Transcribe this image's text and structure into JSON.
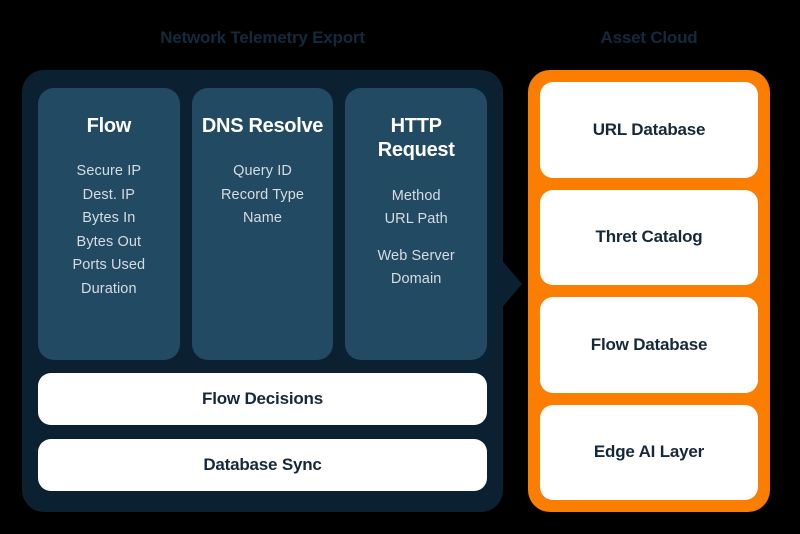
{
  "diagram": {
    "background_color": "#000000",
    "left_section": {
      "header": "Network Telemetry Export",
      "panel_color": "#0b2132",
      "card_color": "#234a63",
      "columns": [
        {
          "title": "Flow",
          "fields": [
            "Secure IP",
            "Dest. IP",
            "Bytes In",
            "Bytes Out",
            "Ports Used",
            "Duration"
          ]
        },
        {
          "title": "DNS Resolve",
          "fields": [
            "Query ID",
            "Record Type",
            "Name"
          ]
        },
        {
          "title": "HTTP Request",
          "fields": [
            "Method",
            "URL Path",
            "Web Server",
            "Domain"
          ]
        }
      ],
      "bars": [
        {
          "label": "Flow Decisions"
        },
        {
          "label": "Database Sync"
        }
      ]
    },
    "right_section": {
      "header": "Asset Cloud",
      "panel_color": "#fb7e00",
      "cards": [
        {
          "label": "URL Database"
        },
        {
          "label": "Thret Catalog"
        },
        {
          "label": "Flow Database"
        },
        {
          "label": "Edge AI Layer"
        }
      ]
    },
    "connector": {
      "name": "arrow-right",
      "color": "#0b2132"
    }
  }
}
